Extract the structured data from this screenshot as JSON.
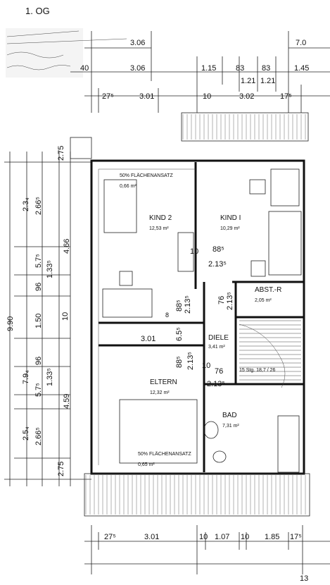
{
  "heading": "1.    OG",
  "rooms": [
    {
      "key": "kind2",
      "name": "KIND 2",
      "area": "12,53 m²"
    },
    {
      "key": "kind1",
      "name": "KIND I",
      "area": "10,29 m²"
    },
    {
      "key": "abstr",
      "name": "ABST.-R",
      "area": "2,05 m²"
    },
    {
      "key": "diele",
      "name": "DIELE",
      "area": "3,41 m²"
    },
    {
      "key": "eltern",
      "name": "ELTERN",
      "area": "12,32 m²"
    },
    {
      "key": "bad",
      "name": "BAD",
      "area": "7,31 m²"
    }
  ],
  "notes": {
    "flaeche_top": "50% FLÄCHENANSATZ",
    "flaeche_top_val": "0,66 m²",
    "flaeche_bottom": "50% FLÄCHENANSATZ",
    "flaeche_bottom_val": "0,65 m²",
    "stair": "15 Stg. 18,7 / 26"
  },
  "dims_top": {
    "row1": [
      "3.06",
      "7.0"
    ],
    "row2": [
      "40",
      "3.06",
      "1.15",
      "83",
      "83",
      "1.45"
    ],
    "row2b": [
      "1.21",
      "1.21"
    ],
    "row3": [
      "27⁵",
      "3.01",
      "10",
      "3.02",
      "17⁵"
    ]
  },
  "dims_bottom": {
    "row1": [
      "27⁵",
      "3.01",
      "10",
      "1.07",
      "10",
      "1.85",
      "17⁵"
    ],
    "row2": [
      "13"
    ]
  },
  "dims_left": {
    "outer": [
      "9.90"
    ],
    "col1": [
      "2.3₄",
      "7.9₄",
      "2.5₄"
    ],
    "col2": [
      "2.66⁵",
      "5.7⁵",
      "96",
      "1.50",
      "96",
      "5.7⁵",
      "2.66⁵",
      "2.75",
      "2.75"
    ],
    "col3": [
      "1.33⁵",
      "1.33⁵",
      "10"
    ],
    "col4": [
      "4.66",
      "4.59"
    ]
  },
  "dims_inner": [
    "10",
    "88⁵",
    "2.13⁵",
    "76",
    "2.13⁵",
    "88⁵",
    "2.13⁵",
    "8",
    "6.5⁵",
    "3.01",
    "88⁵",
    "2.13⁵",
    "10",
    "76",
    "2.13⁵"
  ]
}
